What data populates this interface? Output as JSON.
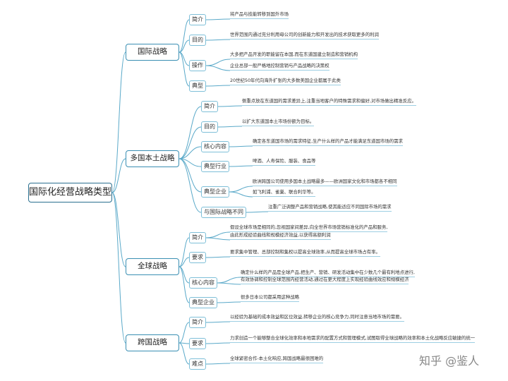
{
  "root": "国际化经营战略类型",
  "branches": [
    {
      "label": "国际战略",
      "children": [
        {
          "label": "简介",
          "texts": [
            "将产品与技能转移到国外市场"
          ]
        },
        {
          "label": "目的",
          "texts": [
            "世界范围内通过充分利用母公司的创新能力和开发出的技术获取更多的利润"
          ]
        },
        {
          "label": "操作",
          "texts": [
            "大多把产品开发的职能留在本国,而在东道国建立制造和营销机构",
            "企业总部一般严格地控制营销与产品战略的决策权"
          ]
        },
        {
          "label": "典型",
          "texts": [
            "20世纪50年代向海外扩张的大多数美国企业都属于此类"
          ]
        }
      ]
    },
    {
      "label": "多国本土战略",
      "children": [
        {
          "label": "简介",
          "texts": [
            "侧重点放在东道国的需求差异上,注重当地客户的特殊需求和偏好,对市场做出精准反应。"
          ]
        },
        {
          "label": "目的",
          "texts": [
            "以扩大东道国本土市场份额为目标。"
          ]
        },
        {
          "label": "核心内容",
          "texts": [
            "确定各东道国市场的需求特征,生产什么样的产品才能满足东道国市场的需求"
          ]
        },
        {
          "label": "典型行业",
          "texts": [
            "啤酒、人寿保险、服装、食品等"
          ]
        },
        {
          "label": "典型企业",
          "texts": [
            "欧洲跨国公司使用多国本土战略最多——欧洲国家文化和市场都各不相同",
            "如飞利浦、雀巢、联合利华等。"
          ]
        },
        {
          "label": "与国际战略不同",
          "texts": [
            "注重广泛调整产品和营销战略,使其能适应不同国际市场的需求"
          ]
        }
      ]
    },
    {
      "label": "全球战略",
      "children": [
        {
          "label": "简介",
          "texts": [
            "假设全球市场是相同的,忽视国家间差异,向全世界市场营销标准化的产品和服务,",
            "由此形成经验曲线和规模经济效益,以获得高额利润"
          ]
        },
        {
          "label": "要求",
          "texts": [
            "要求集中管理、总部控制和集权以提高全球效率,从而提高全球市场占有率。"
          ]
        },
        {
          "label": "核心内容",
          "texts": [
            "确定什么样的产品是全球产品,把生产、营销、研发活动集中在少数几个最有利地点进行,",
            "有效协调和控制全球范围内经营活动,通过在更大程度上实现经验曲线效应和规模经济"
          ]
        },
        {
          "label": "典型企业",
          "texts": [
            "很多日本公司都采用这种战略"
          ]
        }
      ]
    },
    {
      "label": "跨国战略",
      "children": [
        {
          "label": "简介",
          "texts": [
            "以经验为基础的成本效益和区位效益,转移企业的核心竞争力,同时注意当地市场的需要。"
          ]
        },
        {
          "label": "要求",
          "texts": [
            "力求创造一个能够整合全球化效率和本地需求的配置方式和管理模式,试图取得全球战略的效率和本土化战略反应敏捷的统一"
          ]
        },
        {
          "label": "难点",
          "texts": [
            "全球紧密合作-本土化响应,跨国战略最很困难的"
          ]
        }
      ]
    }
  ],
  "watermark": "知乎 @鉴人",
  "colors": {
    "line": "#5aa9c9",
    "root_border": "#2a6f8f",
    "node_border": "#3a8fb3",
    "sub_border": "#7ebfd8"
  }
}
